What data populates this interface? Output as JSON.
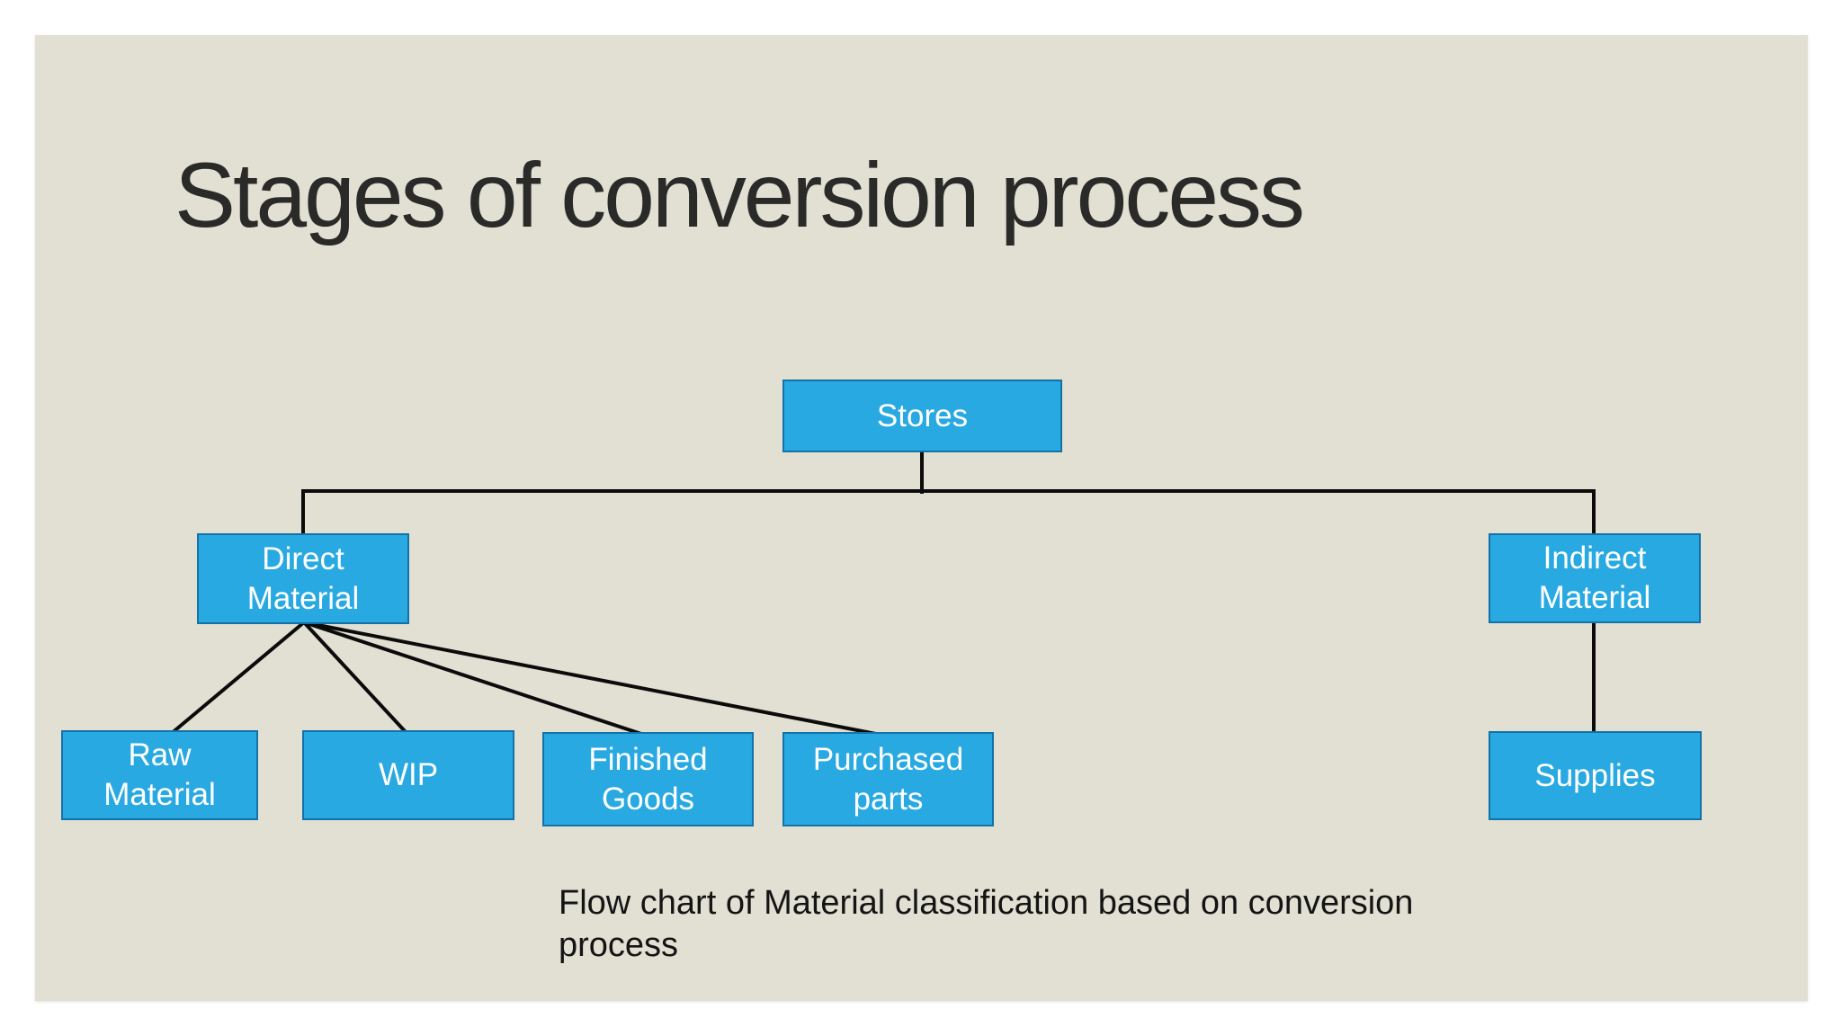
{
  "title": "Stages of conversion process",
  "caption": "Flow chart of Material classification based on conversion process",
  "caption_lines": [
    "Flow chart of Material classification based on conversion",
    "process"
  ],
  "colors": {
    "canvas-bg": "#ffffff",
    "slide-bg": "#e2dfd3",
    "box-fill": "#29a9e1",
    "box-border": "#1373a9",
    "box-text": "#ffffff",
    "connector": "#0b0b0b",
    "title-text": "#2a2a28",
    "caption-text": "#141414"
  },
  "diagram": {
    "type": "flowchart",
    "nodes": [
      {
        "id": "stores",
        "label": "Stores",
        "lines": [
          "Stores"
        ]
      },
      {
        "id": "direct-material",
        "label": "Direct Material",
        "lines": [
          "Direct",
          "Material"
        ]
      },
      {
        "id": "indirect-material",
        "label": "Indirect Material",
        "lines": [
          "Indirect",
          "Material"
        ]
      },
      {
        "id": "raw-material",
        "label": "Raw Material",
        "lines": [
          "Raw",
          "Material"
        ]
      },
      {
        "id": "wip",
        "label": "WIP",
        "lines": [
          "WIP"
        ]
      },
      {
        "id": "finished-goods",
        "label": "Finished Goods",
        "lines": [
          "Finished",
          "Goods"
        ]
      },
      {
        "id": "purchased-parts",
        "label": "Purchased parts",
        "lines": [
          "Purchased",
          "parts"
        ]
      },
      {
        "id": "supplies",
        "label": "Supplies",
        "lines": [
          "Supplies"
        ]
      }
    ],
    "edges": [
      {
        "from": "Stores",
        "to": "Direct Material"
      },
      {
        "from": "Stores",
        "to": "Indirect Material"
      },
      {
        "from": "Direct Material",
        "to": "Raw Material"
      },
      {
        "from": "Direct Material",
        "to": "WIP"
      },
      {
        "from": "Direct Material",
        "to": "Finished Goods"
      },
      {
        "from": "Direct Material",
        "to": "Purchased parts"
      },
      {
        "from": "Indirect Material",
        "to": "Supplies"
      }
    ]
  }
}
